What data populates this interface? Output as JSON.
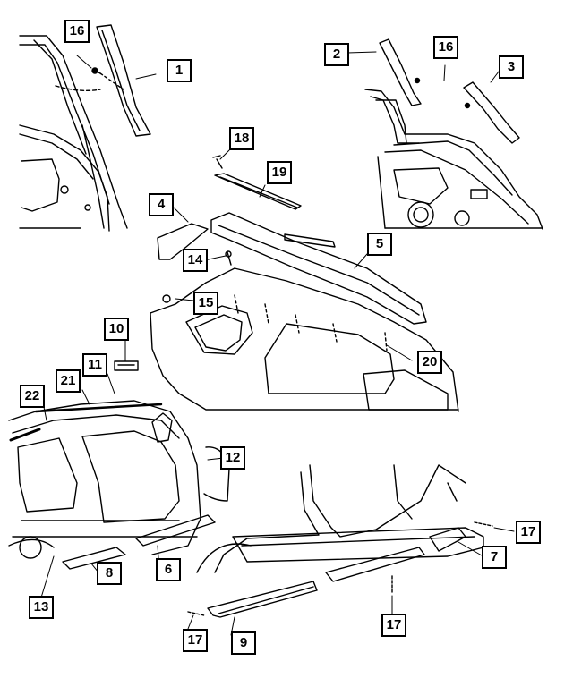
{
  "diagram": {
    "kind": "exploded-parts-illustration",
    "line_color": "#000000",
    "background": "#ffffff",
    "callouts": [
      {
        "id": "c1",
        "label": "1"
      },
      {
        "id": "c2",
        "label": "2"
      },
      {
        "id": "c3",
        "label": "3"
      },
      {
        "id": "c4",
        "label": "4"
      },
      {
        "id": "c5",
        "label": "5"
      },
      {
        "id": "c6",
        "label": "6"
      },
      {
        "id": "c7",
        "label": "7"
      },
      {
        "id": "c8",
        "label": "8"
      },
      {
        "id": "c9",
        "label": "9"
      },
      {
        "id": "c10",
        "label": "10"
      },
      {
        "id": "c11",
        "label": "11"
      },
      {
        "id": "c12",
        "label": "12"
      },
      {
        "id": "c13",
        "label": "13"
      },
      {
        "id": "c14",
        "label": "14"
      },
      {
        "id": "c15",
        "label": "15"
      },
      {
        "id": "c16a",
        "label": "16"
      },
      {
        "id": "c16b",
        "label": "16"
      },
      {
        "id": "c17a",
        "label": "17"
      },
      {
        "id": "c17b",
        "label": "17"
      },
      {
        "id": "c17c",
        "label": "17"
      },
      {
        "id": "c18",
        "label": "18"
      },
      {
        "id": "c19",
        "label": "19"
      },
      {
        "id": "c20",
        "label": "20"
      },
      {
        "id": "c21",
        "label": "21"
      },
      {
        "id": "c22",
        "label": "22"
      }
    ]
  }
}
